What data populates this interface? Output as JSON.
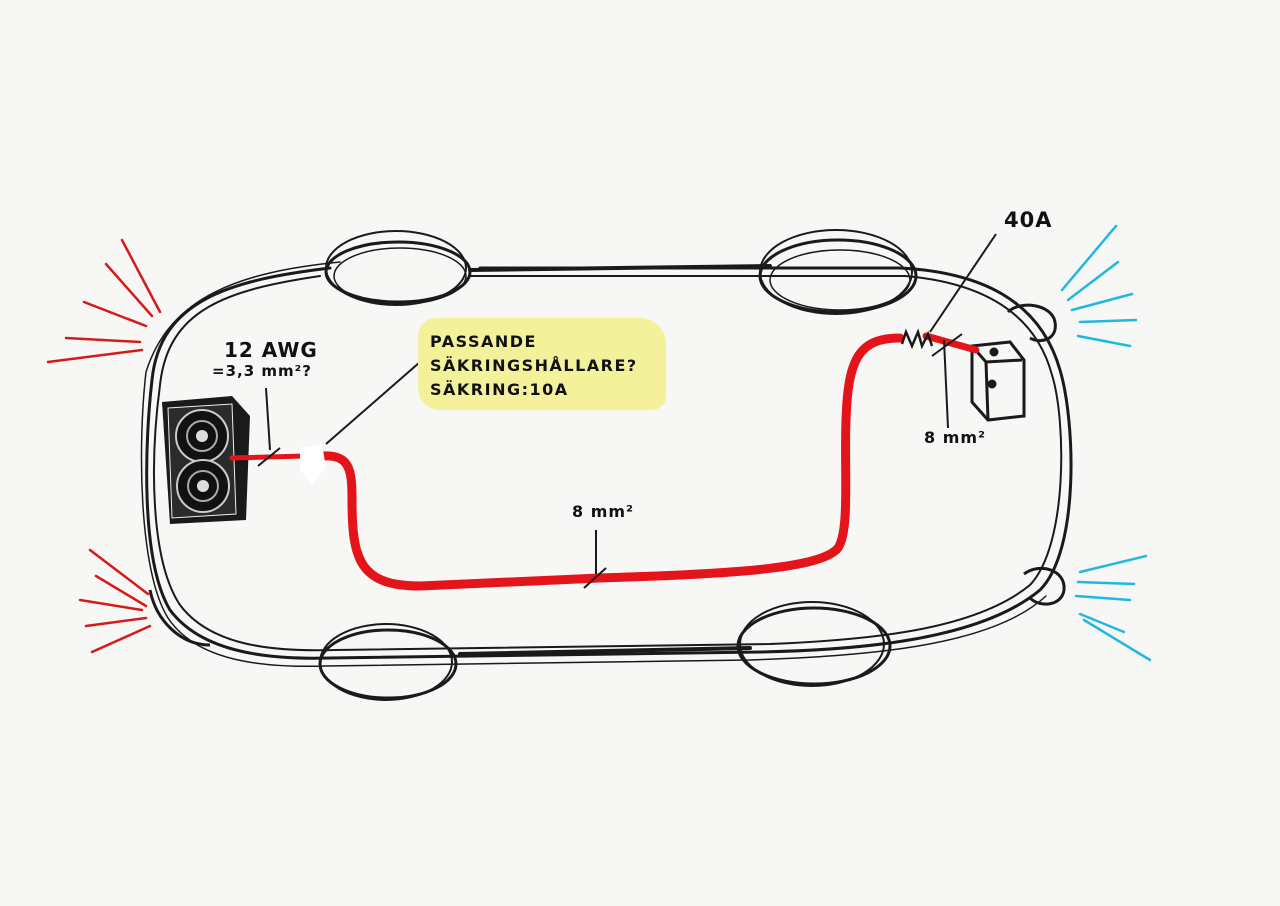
{
  "labels": {
    "speaker_wire_awg": "12 AWG",
    "speaker_wire_mm2": "=3,3 mm²?",
    "main_cable": "8 mm²",
    "battery_cable": "8 mm²",
    "main_fuse": "40A"
  },
  "note": {
    "line1": "PASSANDE",
    "line2": "SÄKRINGSHÅLLARE?",
    "line3": "SÄKRING:10A"
  },
  "colors": {
    "car_outline": "#1a1a1a",
    "power_cable": "#e5141b",
    "rear_lights": "#d61a1a",
    "front_lights": "#20b8e0",
    "note_highlight": "#f3f19a"
  },
  "icons": [
    "speaker-box-icon",
    "battery-icon",
    "fuse-icon"
  ]
}
